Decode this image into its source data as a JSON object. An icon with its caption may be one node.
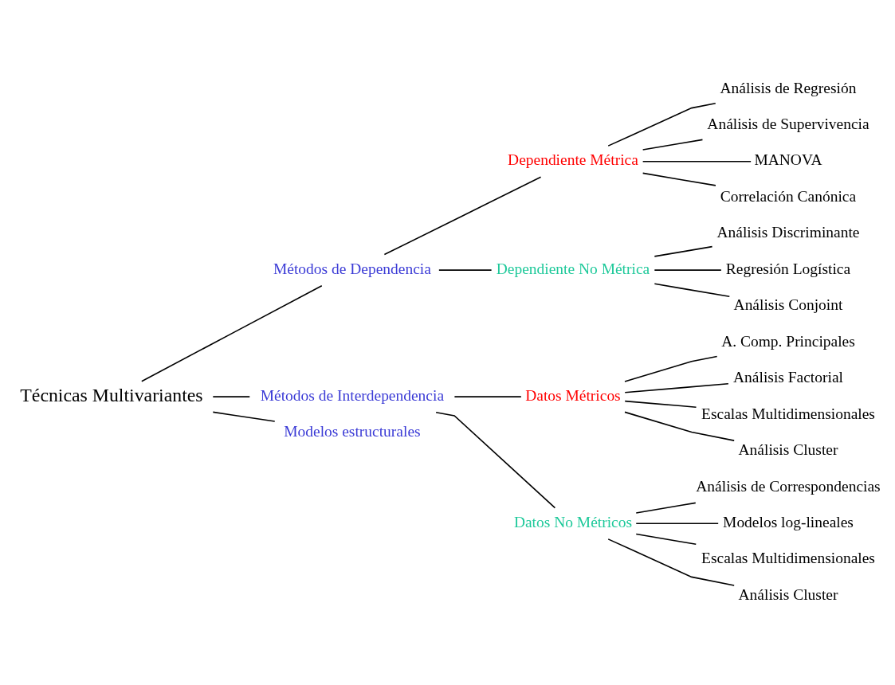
{
  "diagram": {
    "nodes": [
      {
        "text": [
          "Técnicas Multivariantes"
        ]
      },
      {
        "text": [
          "Métodos de Dependencia"
        ]
      },
      {
        "text": [
          "Dependiente Métrica"
        ]
      },
      {
        "text": [
          "Análisis de Regresión"
        ]
      },
      {
        "text": [
          "Análisis de Supervivencia"
        ]
      },
      {
        "text": [
          "MANOVA"
        ]
      },
      {
        "text": [
          "Correlación Canónica"
        ]
      },
      {
        "text": [
          "Dependiente No Métrica"
        ]
      },
      {
        "text": [
          "Análisis Discriminante"
        ]
      },
      {
        "text": [
          "Regresión Logística"
        ]
      },
      {
        "text": [
          "Análisis Conjoint"
        ]
      },
      {
        "text": [
          "Métodos de Interdependencia"
        ]
      },
      {
        "text": [
          "Datos Métricos"
        ]
      },
      {
        "text": [
          "A. Comp. Principales"
        ]
      },
      {
        "text": [
          "Análisis Factorial"
        ]
      },
      {
        "text": [
          "Escalas Multidimensionales"
        ]
      },
      {
        "text": [
          "Análisis Cluster"
        ]
      },
      {
        "text": [
          "Datos No Métricos"
        ]
      },
      {
        "text": [
          "Análisis de Correspondencias"
        ]
      },
      {
        "text": [
          "Modelos log-lineales"
        ]
      },
      {
        "text": [
          "Escalas Multidimensionales"
        ]
      },
      {
        "text": [
          "Análisis Cluster"
        ]
      },
      {
        "text": [
          "Modelos estructurales"
        ]
      }
    ],
    "edges": [
      {
        "from": 0,
        "to": 1,
        "arrow": "none"
      },
      {
        "from": 0,
        "to": 11,
        "arrow": "none"
      },
      {
        "from": 0,
        "to": 22,
        "arrow": "none"
      },
      {
        "from": 1,
        "to": 2,
        "arrow": "none"
      },
      {
        "from": 1,
        "to": 7,
        "arrow": "none"
      },
      {
        "from": 2,
        "to": 3,
        "arrow": "none"
      },
      {
        "from": 2,
        "to": 4,
        "arrow": "none"
      },
      {
        "from": 2,
        "to": 5,
        "arrow": "none"
      },
      {
        "from": 2,
        "to": 6,
        "arrow": "none"
      },
      {
        "from": 7,
        "to": 8,
        "arrow": "none"
      },
      {
        "from": 7,
        "to": 9,
        "arrow": "none"
      },
      {
        "from": 7,
        "to": 10,
        "arrow": "none"
      },
      {
        "from": 11,
        "to": 12,
        "arrow": "none"
      },
      {
        "from": 11,
        "to": 17,
        "arrow": "none"
      },
      {
        "from": 12,
        "to": 13,
        "arrow": "none"
      },
      {
        "from": 12,
        "to": 14,
        "arrow": "none"
      },
      {
        "from": 12,
        "to": 15,
        "arrow": "none"
      },
      {
        "from": 12,
        "to": 16,
        "arrow": "none"
      },
      {
        "from": 17,
        "to": 18,
        "arrow": "none"
      },
      {
        "from": 17,
        "to": 19,
        "arrow": "none"
      },
      {
        "from": 17,
        "to": 20,
        "arrow": "none"
      },
      {
        "from": 17,
        "to": 21,
        "arrow": "none"
      }
    ]
  }
}
